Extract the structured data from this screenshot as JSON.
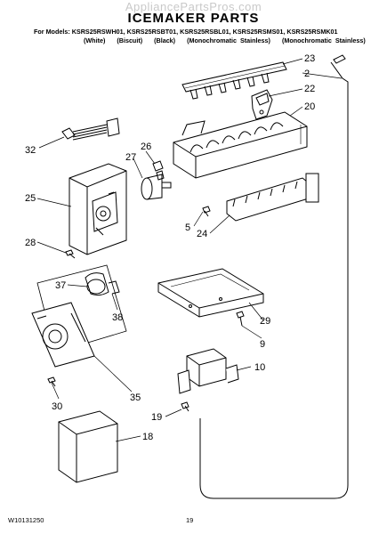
{
  "watermark": "AppliancePartsPros.com",
  "title": "ICEMAKER PARTS",
  "models_line": "For Models: KSRS25RSWH01, KSRS25RSBT01, KSRS25RSBL01, KSRS25RSMS01, KSRS25RSMK01",
  "colors": [
    "(White)",
    "(Biscuit)",
    "(Black)",
    "(Monochromatic Stainless)",
    "(Monochromatic Stainless)"
  ],
  "callouts": {
    "c23": "23",
    "c2": "2",
    "c22": "22",
    "c20": "20",
    "c32": "32",
    "c26": "26",
    "c27": "27",
    "c25": "25",
    "c5": "5",
    "c24": "24",
    "c28": "28",
    "c37": "37",
    "c38": "38",
    "c29": "29",
    "c9": "9",
    "c10": "10",
    "c35": "35",
    "c30": "30",
    "c19": "19",
    "c18": "18"
  },
  "footer": {
    "doc_number": "W10131250",
    "page": "19"
  }
}
